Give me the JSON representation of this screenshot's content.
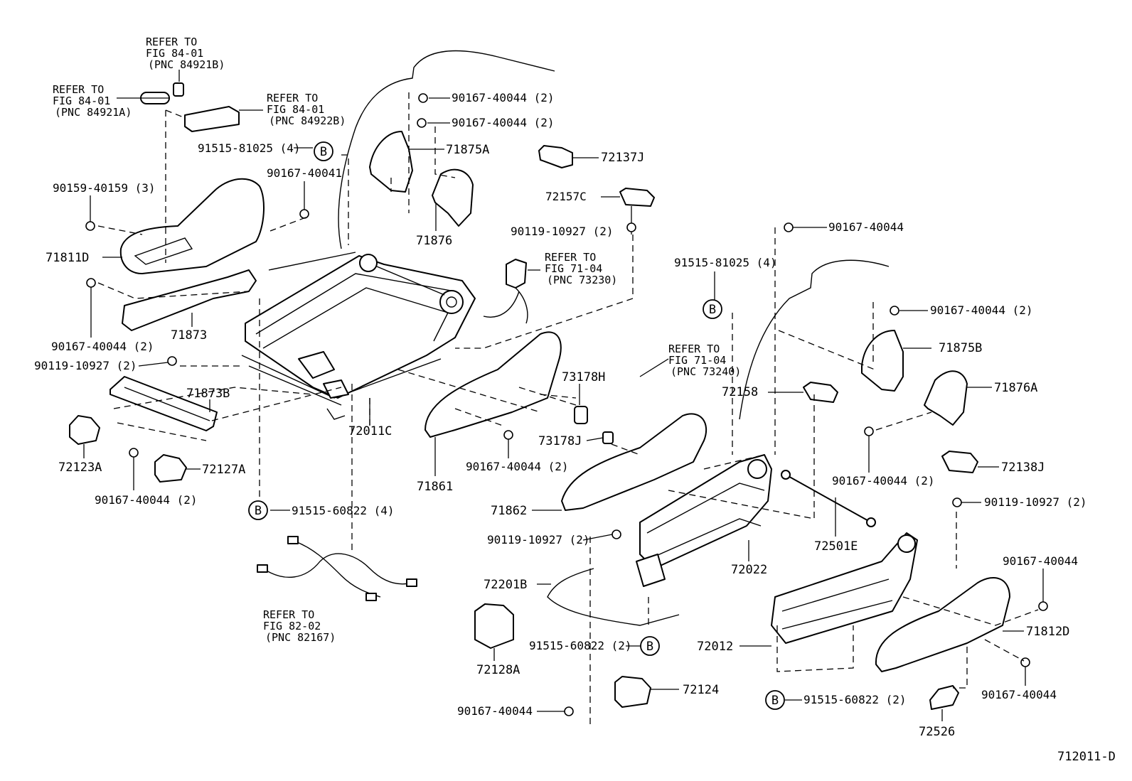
{
  "figure_code": "712011-D",
  "callout_letter": "B",
  "labels": {
    "refer_84921b": [
      "REFER TO",
      "FIG 84-01",
      "(PNC 84921B)"
    ],
    "refer_84921a": [
      "REFER TO",
      "FIG 84-01",
      "(PNC 84921A)"
    ],
    "refer_84922b": [
      "REFER TO",
      "FIG 84-01",
      "(PNC 84922B)"
    ],
    "refer_73230": [
      "REFER TO",
      "FIG 71-04",
      "(PNC 73230)"
    ],
    "refer_73240": [
      "REFER TO",
      "FIG 71-04",
      "(PNC 73240)"
    ],
    "refer_82167": [
      "REFER TO",
      "FIG 82-02",
      "(PNC 82167)"
    ],
    "p_90167_40044_2_a": "90167-40044 (2)",
    "p_90167_40044_2_b": "90167-40044 (2)",
    "p_71875a": "71875A",
    "p_72137j": "72137J",
    "p_91515_81025_4_left": "91515-81025 (4)",
    "p_90167_40041": "90167-40041",
    "p_90159_40159_3": "90159-40159 (3)",
    "p_72157c": "72157C",
    "p_71876": "71876",
    "p_90119_10927_2_a": "90119-10927 (2)",
    "p_90167_40044_top_right": "90167-40044",
    "p_71811d": "71811D",
    "p_91515_81025_4_right": "91515-81025 (4)",
    "p_90167_40044_2_c": "90167-40044 (2)",
    "p_71873": "71873",
    "p_90167_40044_2_d": "90167-40044 (2)",
    "p_71875b": "71875B",
    "p_90119_10927_2_b": "90119-10927 (2)",
    "p_73178h": "73178H",
    "p_71876a": "71876A",
    "p_71873b": "71873B",
    "p_72158": "72158",
    "p_72011c": "72011C",
    "p_73178j": "73178J",
    "p_72123a": "72123A",
    "p_72127a": "72127A",
    "p_90167_40044_2_e": "90167-40044 (2)",
    "p_72138j": "72138J",
    "p_90167_40044_2_f": "90167-40044 (2)",
    "p_90167_40044_2_g": "90167-40044 (2)",
    "p_71861": "71861",
    "p_90119_10927_2_c": "90119-10927 (2)",
    "p_91515_60822_4": "91515-60822 (4)",
    "p_71862": "71862",
    "p_72501e": "72501E",
    "p_90119_10927_2_d": "90119-10927 (2)",
    "p_72022": "72022",
    "p_90167_40044_r1": "90167-40044",
    "p_72201b": "72201B",
    "p_71812d": "71812D",
    "p_91515_60822_2_a": "91515-60822 (2)",
    "p_72012": "72012",
    "p_72128a": "72128A",
    "p_72124": "72124",
    "p_90167_40044_r2": "90167-40044",
    "p_91515_60822_2_b": "91515-60822 (2)",
    "p_90167_40044_bottom": "90167-40044",
    "p_72526": "72526"
  }
}
